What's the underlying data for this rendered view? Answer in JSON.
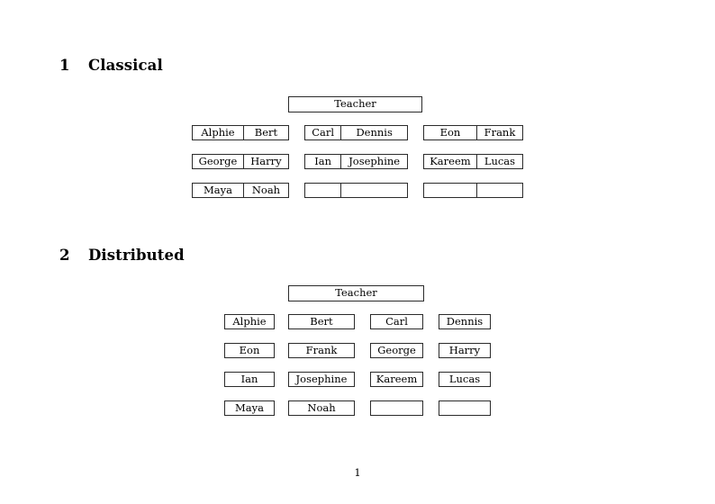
{
  "document": {
    "page_number": "1"
  },
  "sections": [
    {
      "number": "1",
      "title": "Classical",
      "teacher": {
        "label": "Teacher"
      },
      "groups": [
        {
          "name": "left-group",
          "rows": [
            {
              "cells": [
                "Alphie",
                "Bert"
              ]
            },
            {
              "cells": [
                "George",
                "Harry"
              ]
            },
            {
              "cells": [
                "Maya",
                "Noah"
              ]
            }
          ]
        },
        {
          "name": "middle-group",
          "rows": [
            {
              "cells": [
                "Carl",
                "Dennis"
              ]
            },
            {
              "cells": [
                "Ian",
                "Josephine"
              ]
            },
            {
              "cells": [
                "",
                ""
              ]
            }
          ]
        },
        {
          "name": "right-group",
          "rows": [
            {
              "cells": [
                "Eon",
                "Frank"
              ]
            },
            {
              "cells": [
                "Kareem",
                "Lucas"
              ]
            },
            {
              "cells": [
                "",
                ""
              ]
            }
          ]
        }
      ]
    },
    {
      "number": "2",
      "title": "Distributed",
      "teacher": {
        "label": "Teacher"
      },
      "rows": [
        {
          "cells": [
            "Alphie",
            "Bert",
            "Carl",
            "Dennis"
          ]
        },
        {
          "cells": [
            "Eon",
            "Frank",
            "George",
            "Harry"
          ]
        },
        {
          "cells": [
            "Ian",
            "Josephine",
            "Kareem",
            "Lucas"
          ]
        },
        {
          "cells": [
            "Maya",
            "Noah",
            "",
            ""
          ]
        }
      ]
    }
  ],
  "colors": {
    "border": "#2b2b2b",
    "text": "#000000",
    "background": "#ffffff"
  }
}
